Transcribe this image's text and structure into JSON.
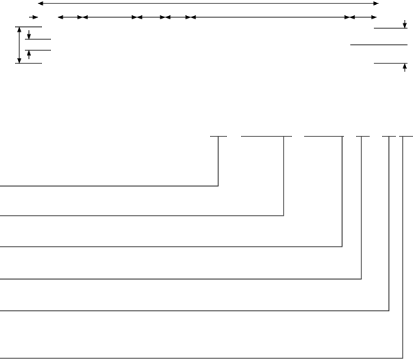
{
  "diagram": {
    "kind": "technical dimension drawing (unlabeled)",
    "colors": {
      "background": "#ffffff",
      "stroke": "#000000"
    },
    "top_dimension_band": {
      "overall_span_arrows": 1,
      "segment_count": 7,
      "has_end_extension_arrows": true
    },
    "left_height_dimension": {
      "nested_arrows": 2
    },
    "right_height_dimension": {
      "inward_arrows": 2
    },
    "callout_leaders": {
      "count": 6,
      "style": "elbow leader from short horizontal tick, down and left to page edge"
    }
  }
}
